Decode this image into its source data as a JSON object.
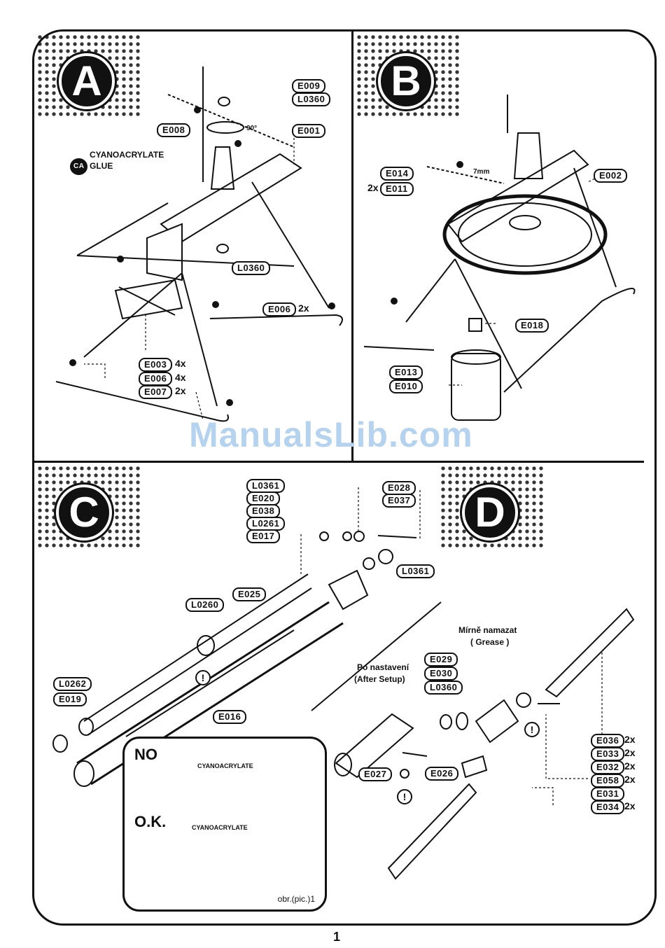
{
  "watermark": "ManualsLib.com",
  "page_number": "1",
  "panels": {
    "A": {
      "letter": "A",
      "glue_legend": {
        "line1": "CYANOACRYLATE",
        "line2": "GLUE",
        "badge": "CA"
      },
      "angle": "90°",
      "parts": {
        "e009": "E009",
        "l0360a": "L0360",
        "e008": "E008",
        "e001": "E001",
        "l0360b": "L0360",
        "e006a": "E006",
        "e003": "E003",
        "e006b": "E006",
        "e007": "E007"
      },
      "qty": {
        "e006a": "2x",
        "e003": "4x",
        "e006b": "4x",
        "e007": "2x"
      }
    },
    "B": {
      "letter": "B",
      "dim": "7mm",
      "parts": {
        "e014": "E014",
        "e011": "E011",
        "e002": "E002",
        "e018": "E018",
        "e013": "E013",
        "e010": "E010"
      },
      "qty": {
        "e011": "2x"
      }
    },
    "C": {
      "letter": "C",
      "parts": {
        "l0361a": "L0361",
        "e020": "E020",
        "e038": "E038",
        "l0261": "L0261",
        "e017": "E017",
        "e028": "E028",
        "e037": "E037",
        "l0361b": "L0361",
        "e025": "E025",
        "l0260": "L0260",
        "l0262": "L0262",
        "e019": "E019",
        "e016": "E016"
      },
      "inset": {
        "no": "NO",
        "ok": "O.K.",
        "bottle": "CYANOACRYLATE",
        "pic": "obr.(pic.)1"
      }
    },
    "D": {
      "letter": "D",
      "grease_note": {
        "line1": "Mírně namazat",
        "line2": "( Grease )"
      },
      "setup_note": {
        "line1": "Po nastavení",
        "line2": "(After Setup)"
      },
      "parts": {
        "e029": "E029",
        "e030": "E030",
        "l0360": "L0360",
        "e027": "E027",
        "e026": "E026",
        "e036": "E036",
        "e033": "E033",
        "e032": "E032",
        "e058": "E058",
        "e031": "E031",
        "e034": "E034"
      },
      "qty": {
        "e036": "2x",
        "e033": "2x",
        "e032": "2x",
        "e058": "2x",
        "e034": "2x"
      }
    }
  }
}
